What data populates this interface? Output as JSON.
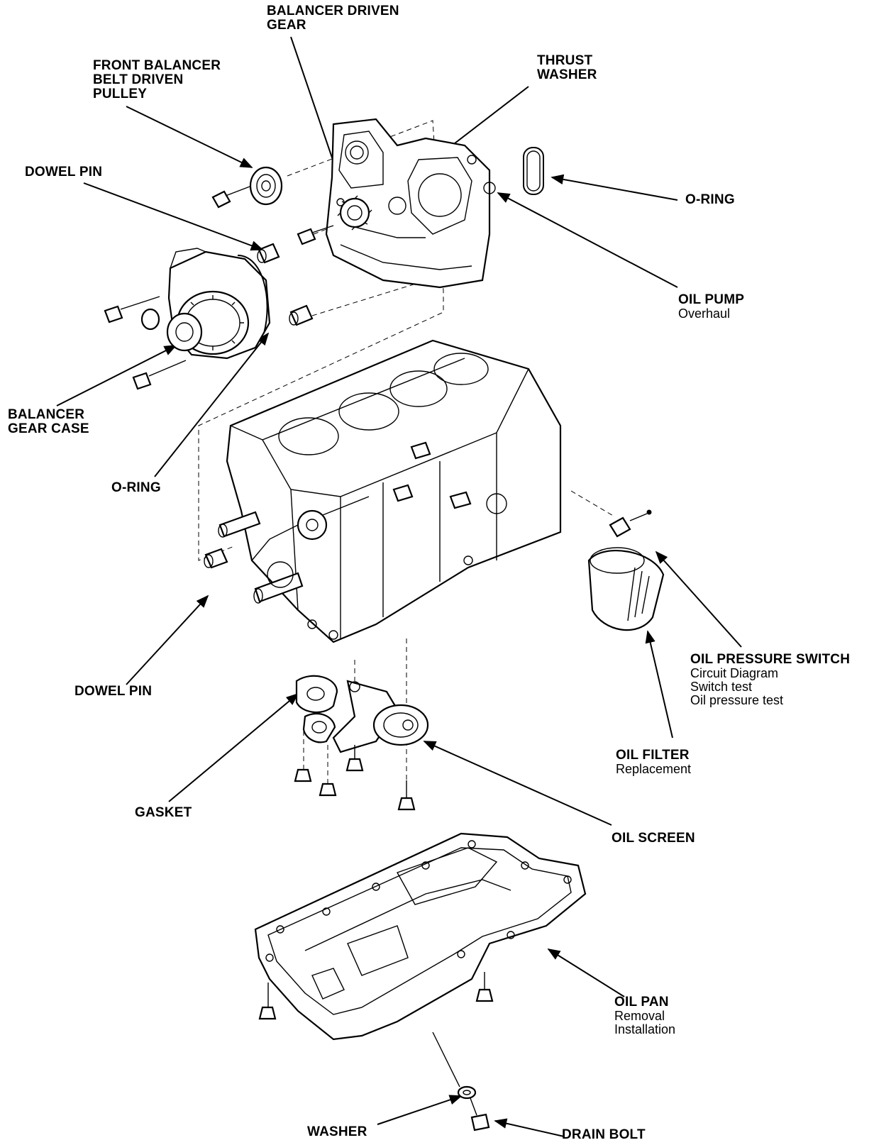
{
  "labels": {
    "balancer_driven_gear": {
      "title": "BALANCER DRIVEN\nGEAR"
    },
    "front_balancer_pulley": {
      "title": "FRONT BALANCER\nBELT DRIVEN\nPULLEY"
    },
    "thrust_washer": {
      "title": "THRUST\nWASHER"
    },
    "dowel_pin_top": {
      "title": "DOWEL PIN"
    },
    "o_ring_right": {
      "title": "O-RING"
    },
    "oil_pump": {
      "title": "OIL PUMP",
      "sub": [
        "Overhaul"
      ]
    },
    "balancer_gear_case": {
      "title": "BALANCER\nGEAR CASE"
    },
    "o_ring_left": {
      "title": "O-RING"
    },
    "oil_pressure_switch": {
      "title": "OIL PRESSURE SWITCH",
      "sub": [
        "Circuit Diagram",
        "Switch test",
        "Oil pressure test"
      ]
    },
    "dowel_pin_bottom": {
      "title": "DOWEL PIN"
    },
    "oil_filter": {
      "title": "OIL FILTER",
      "sub": [
        "Replacement"
      ]
    },
    "gasket": {
      "title": "GASKET"
    },
    "oil_screen": {
      "title": "OIL SCREEN"
    },
    "oil_pan": {
      "title": "OIL PAN",
      "sub": [
        "Removal",
        "Installation"
      ]
    },
    "washer": {
      "title": "WASHER"
    },
    "drain_bolt": {
      "title": "DRAIN BOLT"
    }
  }
}
